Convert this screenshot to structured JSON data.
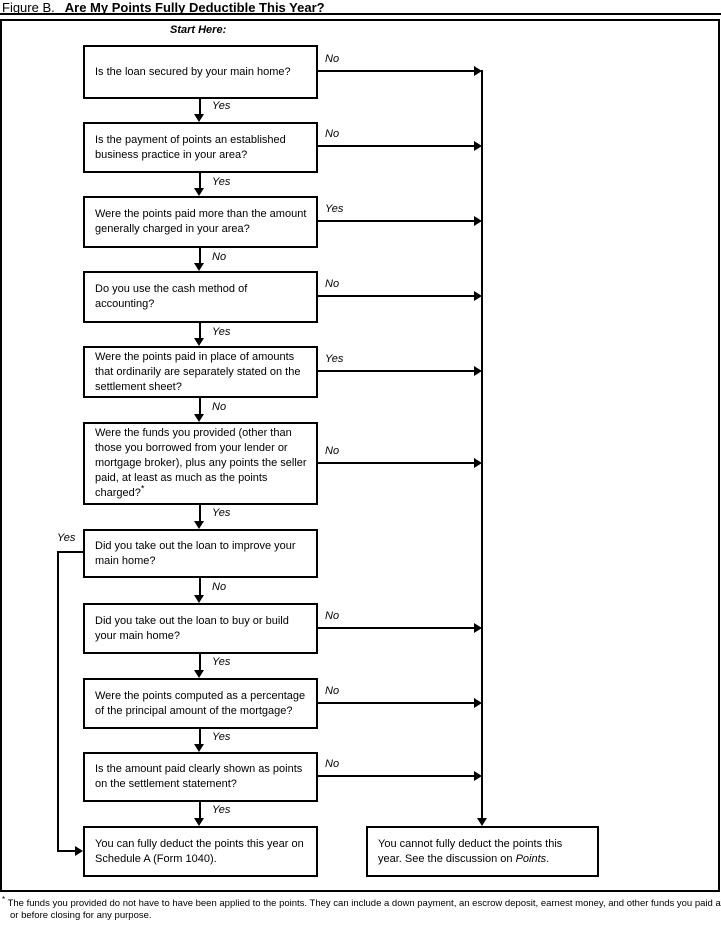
{
  "title": {
    "figure": "Figure B.",
    "text": "Are My Points Fully Deductible This Year?"
  },
  "start_here": "Start Here:",
  "flowchart": {
    "questions": [
      {
        "text": "Is the loan secured by your main home?",
        "right": "No",
        "down": "Yes"
      },
      {
        "text": "Is the payment of points an established business practice in your area?",
        "right": "No",
        "down": "Yes"
      },
      {
        "text": "Were the points paid more than the amount generally charged in your area?",
        "right": "Yes",
        "down": "No"
      },
      {
        "text": "Do you use the cash method of accounting?",
        "right": "No",
        "down": "Yes"
      },
      {
        "text": "Were the points paid in place of amounts that ordinarily are separately stated on the settlement sheet?",
        "right": "Yes",
        "down": "No"
      },
      {
        "text": "Were the funds you provided (other than those you borrowed from your lender or mortgage broker), plus any points the seller paid, at least as much as the points charged?",
        "footnote_marker": "*",
        "right": "No",
        "down": "Yes"
      },
      {
        "text": "Did you take out the loan to improve your main home?",
        "left": "Yes",
        "down": "No"
      },
      {
        "text": "Did you take out the loan to buy or build your main home?",
        "right": "No",
        "down": "Yes"
      },
      {
        "text": "Were the points computed as a percentage of the principal amount of the mortgage?",
        "right": "No",
        "down": "Yes"
      },
      {
        "text": "Is the amount paid clearly shown as points on the settlement statement?",
        "right": "No",
        "down": "Yes"
      }
    ],
    "outcomes": {
      "deduct": "You can fully deduct the points this year on Schedule A (Form 1040).",
      "no_deduct_prefix": "You cannot fully deduct the points this year. See the discussion on ",
      "no_deduct_italic": "Points",
      "no_deduct_suffix": "."
    }
  },
  "footnote": {
    "marker": "*",
    "text": "The funds you provided do not have to have been applied to the points. They can include a down payment, an escrow deposit, earnest money, and other funds you paid at or before closing for any purpose."
  }
}
